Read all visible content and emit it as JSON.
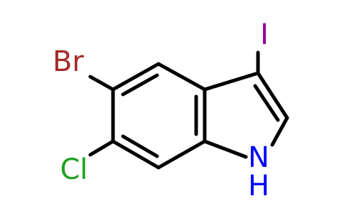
{
  "molecule": {
    "atoms": {
      "br": {
        "text": "Br",
        "color": "#a52a2a"
      },
      "cl": {
        "text": "Cl",
        "color": "#1fa01f"
      },
      "i": {
        "text": "I",
        "color": "#940094"
      },
      "nh": {
        "text": "N",
        "color": "#0000ff"
      },
      "h": {
        "text": "H",
        "color": "#0000ff"
      }
    }
  }
}
